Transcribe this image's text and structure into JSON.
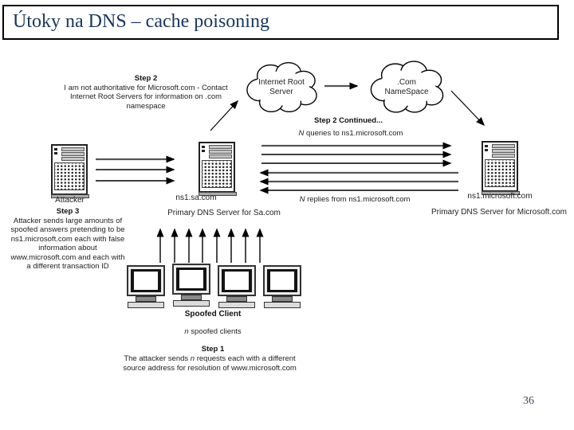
{
  "slide": {
    "title": "Útoky na DNS – cache poisoning",
    "page_number": "36"
  },
  "colors": {
    "title_text": "#17375e",
    "diagram_text": "#222222",
    "arrow_gray": "#555555",
    "arrow_black": "#000000"
  },
  "icons": {
    "cloud": "cloud-icon",
    "server_tower": "server-tower-icon",
    "client_monitor": "crt-monitor-icon",
    "arrow": "arrow-icon"
  },
  "diagram": {
    "step2": {
      "heading": "Step 2",
      "lines": [
        "I am not authoritative for Microsoft.com - Contact",
        "Internet Root Servers for information on .com",
        "namespace"
      ]
    },
    "clouds": {
      "root": {
        "line1": "Internet Root",
        "line2": "Server"
      },
      "com": {
        "line1": ".Com",
        "line2": "NameSpace"
      }
    },
    "step2_continued": {
      "heading": "Step 2 Continued..."
    },
    "queries": {
      "italic": "N",
      "text": " queries to ns1.microsoft.com"
    },
    "replies": {
      "italic": "N",
      "text": " replies from ns1.microsoft.com"
    },
    "attacker": {
      "label": "Attacker"
    },
    "step3": {
      "heading": "Step 3",
      "lines": [
        "Attacker sends large amounts of",
        "spoofed answers pretending to be",
        "ns1.microsoft.com each with false",
        "information about",
        "www.microsoft.com and each with",
        "a different transaction ID"
      ]
    },
    "sa_server": {
      "label": "ns1.sa.com",
      "caption": "Primary DNS Server for Sa.com"
    },
    "ms_server": {
      "label": "ns1.microsoft.com",
      "caption": "Primary DNS Server for Microsoft.com"
    },
    "clients": {
      "label": "Spoofed Client",
      "caption_italic": "n",
      "caption_text": " spoofed clients"
    },
    "step1": {
      "heading": "Step 1",
      "line1_pre": "The attacker sends ",
      "line1_italic": "n",
      "line1_post": " requests each with a different",
      "line2": "source address for resolution of www.microsoft.com"
    }
  }
}
